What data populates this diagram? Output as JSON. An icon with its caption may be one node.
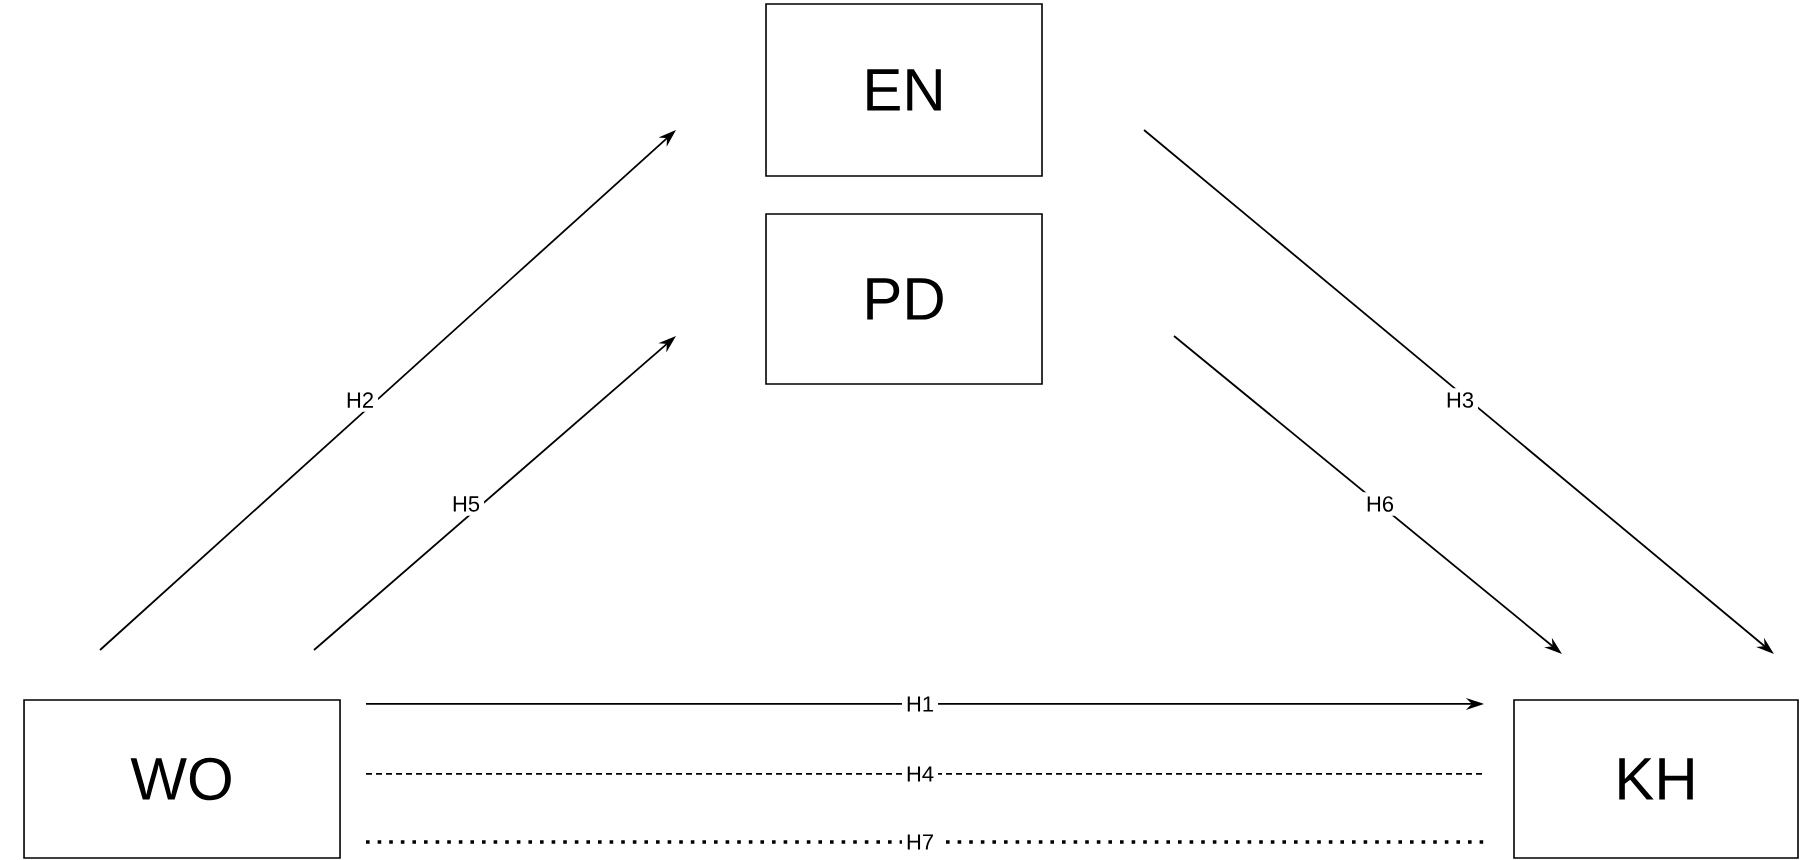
{
  "diagram": {
    "nodes": [
      {
        "text": [
          "WO"
        ]
      },
      {
        "text": [
          "EN"
        ]
      },
      {
        "text": [
          "PD"
        ]
      },
      {
        "text": [
          "KH"
        ]
      }
    ],
    "edges": [
      {
        "from": 0,
        "to": 3,
        "arrow": "to",
        "label": "H1"
      },
      {
        "from": 0,
        "to": 1,
        "arrow": "to",
        "label": "H2"
      },
      {
        "from": 1,
        "to": 3,
        "arrow": "to",
        "label": "H3"
      },
      {
        "from": 0,
        "to": 3,
        "arrow": "none",
        "label": "H4",
        "style": "dashed"
      },
      {
        "from": 0,
        "to": 2,
        "arrow": "to",
        "label": "H5"
      },
      {
        "from": 2,
        "to": 3,
        "arrow": "to",
        "label": "H6"
      },
      {
        "from": 0,
        "to": 3,
        "arrow": "none",
        "label": "H7",
        "style": "dashed"
      }
    ]
  }
}
